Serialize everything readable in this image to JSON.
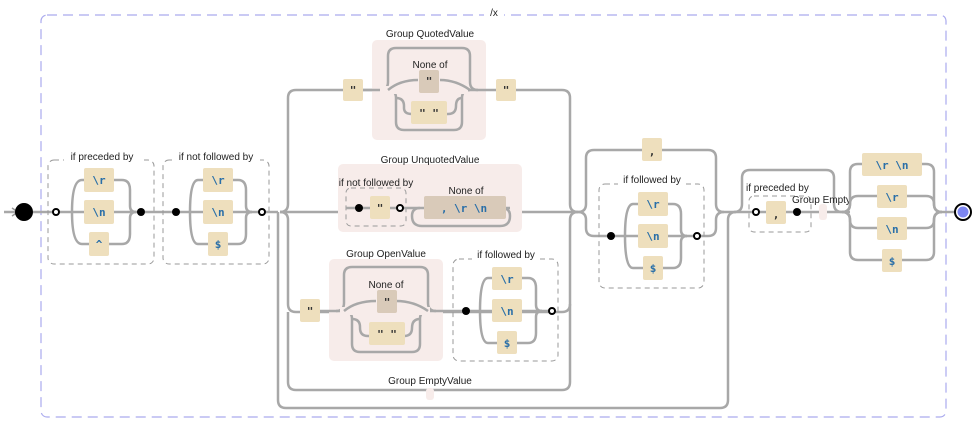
{
  "diagram": {
    "title": "/x",
    "colors": {
      "literal": "#eedfbd",
      "negated": "#d9cab9",
      "group_bg": "#f7ecea",
      "track": "#a8a8a8",
      "outer_border": "#aaaaee",
      "token_text": "#2a6fa8",
      "end_dot": "#7d86f0"
    },
    "start": {
      "label": "start"
    },
    "end": {
      "label": "end"
    },
    "lookbehind1": {
      "label": "if preceded by",
      "options": [
        "\\r",
        "\\n",
        "^"
      ]
    },
    "lookahead1": {
      "label": "if not followed by",
      "options": [
        "\\r",
        "\\n",
        "$"
      ]
    },
    "quoted": {
      "group_label": "Group QuotedValue",
      "open_quote": "\"",
      "close_quote": "\"",
      "none_of_label": "None of",
      "none_of_value": "\"",
      "escaped_quote": "\" \""
    },
    "unquoted": {
      "group_label": "Group UnquotedValue",
      "lookahead_label": "if not followed by",
      "lookahead_value": "\"",
      "none_of_label": "None of",
      "none_of_value": ", \\r \\n"
    },
    "open": {
      "group_label": "Group OpenValue",
      "open_quote": "\"",
      "none_of_label": "None of",
      "none_of_value": "\"",
      "escaped_quote": "\" \"",
      "lookahead_label": "if followed by",
      "options": [
        "\\r",
        "\\n",
        "$"
      ]
    },
    "empty": {
      "group_label": "Group EmptyValue"
    },
    "separator": {
      "comma": ",",
      "lookahead_label": "if followed by",
      "options": [
        "\\r",
        "\\n",
        "$"
      ]
    },
    "trailing": {
      "lookbehind_label": "if preceded by",
      "lookbehind_value": ",",
      "group_label": "Group Empty"
    },
    "line_end": {
      "options": [
        "\\r \\n",
        "\\r",
        "\\n",
        "$"
      ]
    }
  }
}
